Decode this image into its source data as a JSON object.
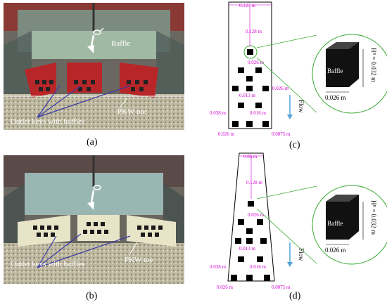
{
  "panels": {
    "a": {
      "label": "(a)",
      "baffle": "Baffle",
      "outlet": "Outlet keys with baffles",
      "toe": "PKW toe"
    },
    "b": {
      "label": "(b)",
      "outlet": "Outlet keys with baffles",
      "toe": "PKW toe"
    },
    "c": {
      "label": "(c)",
      "top_width": "0.125 m",
      "d1": "0.128 m",
      "d2": "0.026 m",
      "d3": "0.013 m",
      "d4": "0.026 m",
      "d5": "0.038 m",
      "d6": "0.016 m",
      "d7": "0.026 m",
      "d8": "0.0075 m",
      "flow": "Flow",
      "inset": {
        "name": "Baffle",
        "height": "Hᴮ = 0.032 m",
        "width": "0.026 m"
      }
    },
    "d": {
      "label": "(d)",
      "top_width": "0.06 m",
      "d1": "0.128 m",
      "d2": "0.026 m",
      "d3": "0.013 m",
      "d5": "0.038 m",
      "d6": "0.016 m",
      "d7": "0.026 m",
      "d8": "0.0075 m",
      "flow": "Flow",
      "inset": {
        "name": "Baffle",
        "height": "Hᴮ = 0.032 m",
        "width": "0.026 m"
      }
    }
  },
  "colors": {
    "pink": "#d400d4",
    "green_circle": "#3aaa35",
    "flow_arrow": "#4fa3d9",
    "weir_red": "#b8262a"
  }
}
